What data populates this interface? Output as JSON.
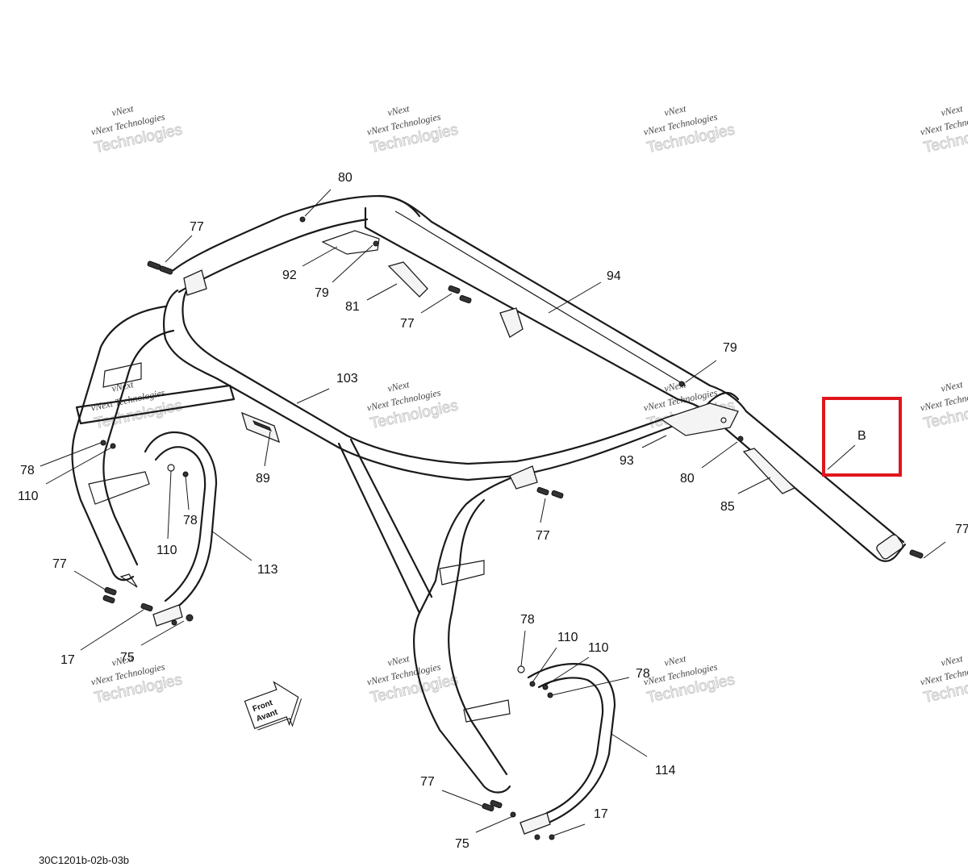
{
  "diagram_code": "30C1201b-02b-03b",
  "watermark": {
    "line1": "vNext",
    "line2": "vNext Technologies",
    "line3": "Technologies"
  },
  "front_label": {
    "line1": "Front",
    "line2": "Avant"
  },
  "highlight": {
    "label": "B",
    "color": "#e0161d"
  },
  "callouts": {
    "c80_top": "80",
    "c77_topleft": "77",
    "c92": "92",
    "c79_top": "79",
    "c81": "81",
    "c77_mid": "77",
    "c94": "94",
    "c79_right": "79",
    "c103": "103",
    "c93": "93",
    "c80_right": "80",
    "c85": "85",
    "c77_right": "77",
    "c78_left": "78",
    "c110_left": "110",
    "c89": "89",
    "c110_left2": "110",
    "c78_left2": "78",
    "c113": "113",
    "c77_center": "77",
    "c77_lowleft": "77",
    "c17_left": "17",
    "c75_left": "75",
    "c78_bottom": "78",
    "c110_bottom": "110",
    "c110_bottom2": "110",
    "c78_bottomright": "78",
    "c114": "114",
    "c77_bottom": "77",
    "c17_bottom": "17",
    "c75_bottom": "75"
  }
}
